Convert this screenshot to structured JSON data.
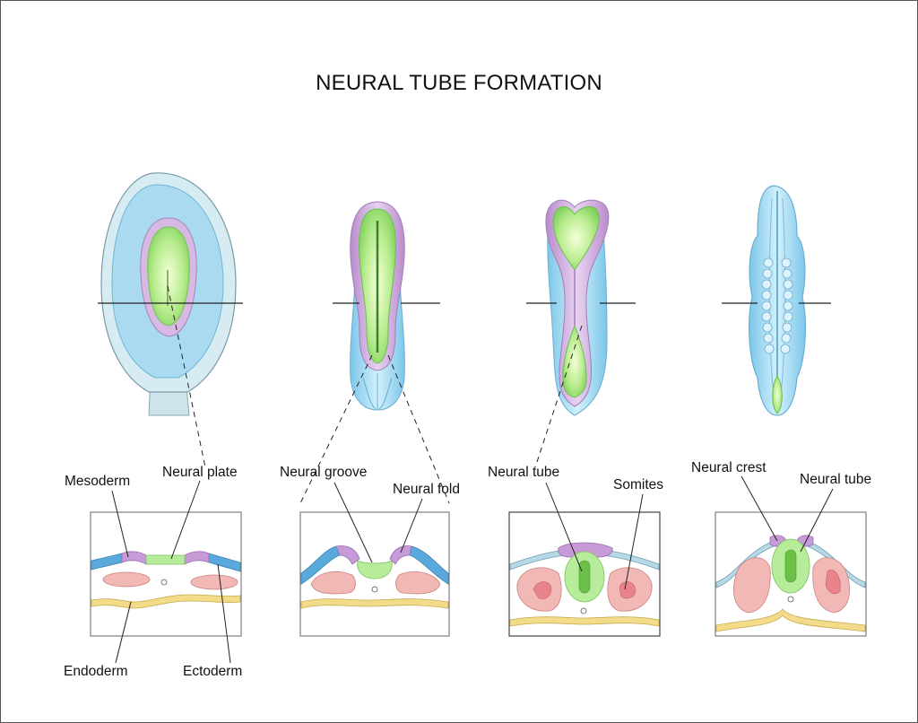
{
  "title": "NEURAL TUBE FORMATION",
  "labels": {
    "mesoderm": "Mesoderm",
    "neural_plate": "Neural plate",
    "endoderm": "Endoderm",
    "ectoderm": "Ectoderm",
    "neural_groove": "Neural groove",
    "neural_fold": "Neural fold",
    "neural_tube_3": "Neural tube",
    "somites": "Somites",
    "neural_crest": "Neural crest",
    "neural_tube_4": "Neural tube"
  },
  "colors": {
    "ectoderm": "#5aa9dc",
    "mesoderm": "#f2b8b5",
    "endoderm": "#f2dc8a",
    "neural_plate": "#b7ec9a",
    "neural_crest": "#c79ad8",
    "embryo_blue": "#a9dcf2"
  }
}
